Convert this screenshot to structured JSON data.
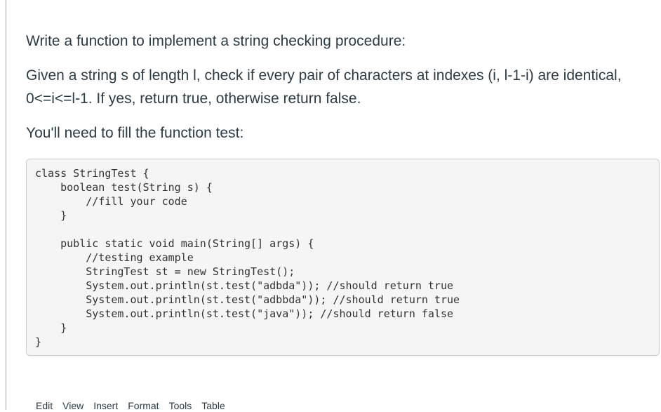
{
  "question": {
    "paragraphs": [
      "Write a function to implement a string checking procedure:",
      "Given a string s of length l, check if every pair of characters at indexes (i, l-1-i) are identical, 0<=i<=l-1. If yes, return true, otherwise return false.",
      "You'll need to fill the function test:"
    ],
    "code": "class StringTest {\n    boolean test(String s) {\n        //fill your code\n    }\n\n    public static void main(String[] args) {\n        //testing example\n        StringTest st = new StringTest();\n        System.out.println(st.test(\"adbda\")); //should return true\n        System.out.println(st.test(\"adbbda\")); //should return true\n        System.out.println(st.test(\"java\")); //should return false\n    }\n}"
  },
  "editor": {
    "menu_items": [
      "Edit",
      "View",
      "Insert",
      "Format",
      "Tools",
      "Table"
    ]
  },
  "colors": {
    "text": "#2d3b45",
    "code_text": "#333333",
    "code_background": "#f5f5f5",
    "code_border": "#c9d0d4",
    "panel_border": "#9aa1a7"
  }
}
